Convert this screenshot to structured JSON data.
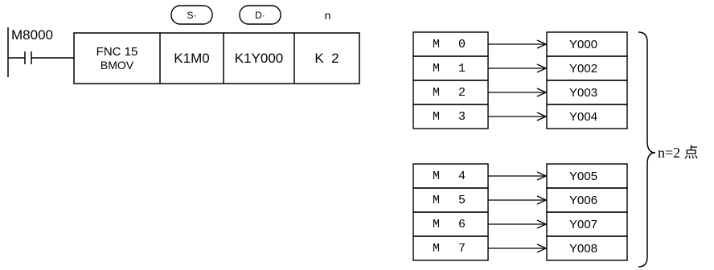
{
  "ladder": {
    "contact": "M8000",
    "instruction": {
      "fnc": "FNC 15",
      "name": "BMOV",
      "operands": [
        "K1M0",
        "K1Y000",
        "K  2"
      ],
      "operand_headers": [
        "S·",
        "D·",
        "n"
      ]
    }
  },
  "transfer": {
    "group1": [
      {
        "src_dev": "M",
        "src_num": "0",
        "dst": "Y000"
      },
      {
        "src_dev": "M",
        "src_num": "1",
        "dst": "Y002"
      },
      {
        "src_dev": "M",
        "src_num": "2",
        "dst": "Y003"
      },
      {
        "src_dev": "M",
        "src_num": "3",
        "dst": "Y004"
      }
    ],
    "group2": [
      {
        "src_dev": "M",
        "src_num": "4",
        "dst": "Y005"
      },
      {
        "src_dev": "M",
        "src_num": "5",
        "dst": "Y006"
      },
      {
        "src_dev": "M",
        "src_num": "6",
        "dst": "Y007"
      },
      {
        "src_dev": "M",
        "src_num": "7",
        "dst": "Y008"
      }
    ],
    "brace_label": "n=2 点"
  }
}
